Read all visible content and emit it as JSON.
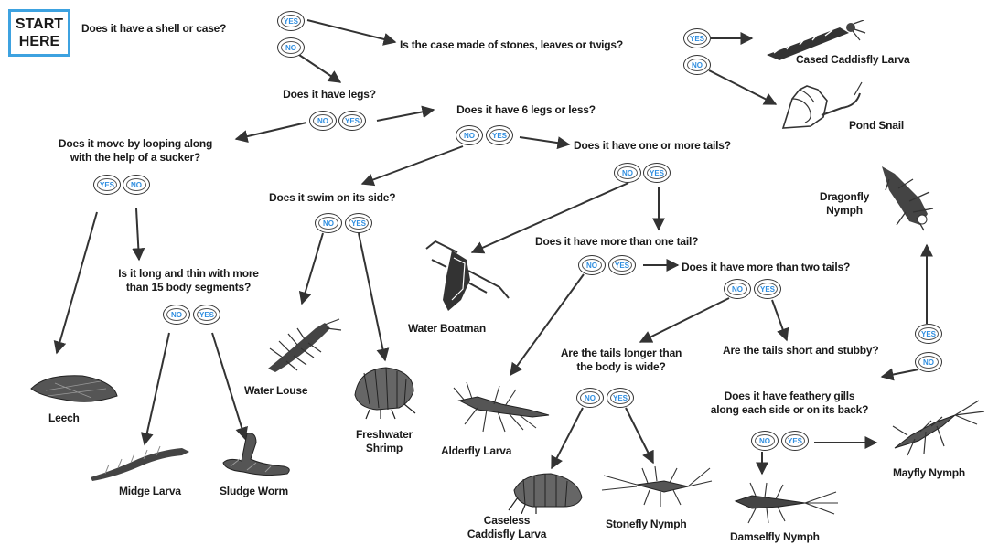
{
  "start": {
    "line1": "START",
    "line2": "HERE"
  },
  "questions": {
    "q1": "Does it have a shell or case?",
    "q2": "Is the case made of stones, leaves or twigs?",
    "q3": "Does it have legs?",
    "q4": "Does it have 6 legs or less?",
    "q5_l1": "Does it move by looping along",
    "q5_l2": "with the help of a sucker?",
    "q6": "Does it have one or more tails?",
    "q7": "Does it swim on its side?",
    "q8": "Does it have more than one tail?",
    "q9": "Does it have more than two tails?",
    "q10_l1": "Is it long and thin with more",
    "q10_l2": "than 15 body segments?",
    "q11": "Are the tails short and stubby?",
    "q12_l1": "Are the tails longer than",
    "q12_l2": "the body is wide?",
    "q13_l1": "Does it have feathery gills",
    "q13_l2": "along each side or on its back?"
  },
  "answers": {
    "yes": "YES",
    "no": "NO"
  },
  "animals": {
    "cased_caddisfly": "Cased Caddisfly Larva",
    "pond_snail": "Pond Snail",
    "dragonfly_l1": "Dragonfly",
    "dragonfly_l2": "Nymph",
    "water_boatman": "Water Boatman",
    "leech": "Leech",
    "water_louse": "Water Louse",
    "shrimp_l1": "Freshwater",
    "shrimp_l2": "Shrimp",
    "alderfly": "Alderfly Larva",
    "midge": "Midge Larva",
    "sludge_worm": "Sludge Worm",
    "caseless_l1": "Caseless",
    "caseless_l2": "Caddisfly Larva",
    "stonefly": "Stonefly Nymph",
    "damselfly": "Damselfly Nymph",
    "mayfly": "Mayfly Nymph"
  },
  "colors": {
    "accent": "#3da2e0",
    "answer_text": "#2f8ee0",
    "ink": "#1a1a1a"
  }
}
